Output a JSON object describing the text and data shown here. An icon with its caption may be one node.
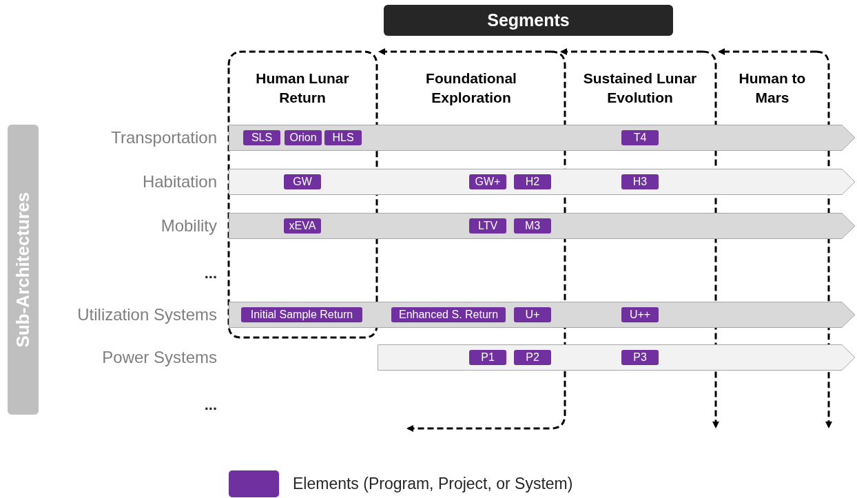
{
  "diagram": {
    "nodes": [
      {
        "text": [
          "Segments"
        ]
      },
      {
        "text": [
          "Sub-Architectures"
        ]
      },
      {
        "text": [],
        "shape": "bar"
      },
      {
        "text": [
          "SLS"
        ],
        "in": 2
      },
      {
        "text": [
          "Orion"
        ],
        "in": 2
      },
      {
        "text": [
          "HLS"
        ],
        "in": 2
      },
      {
        "text": [
          "T4"
        ],
        "in": 2
      },
      {
        "text": [],
        "shape": "bar"
      },
      {
        "text": [
          "GW"
        ],
        "in": 7
      },
      {
        "text": [
          "GW+"
        ],
        "in": 7
      },
      {
        "text": [
          "H2"
        ],
        "in": 7
      },
      {
        "text": [
          "H3"
        ],
        "in": 7
      },
      {
        "text": [],
        "shape": "bar"
      },
      {
        "text": [
          "xEVA"
        ],
        "in": 12
      },
      {
        "text": [
          "LTV"
        ],
        "in": 12
      },
      {
        "text": [
          "M3"
        ],
        "in": 12
      },
      {
        "text": [],
        "shape": "bar"
      },
      {
        "text": [
          "Initial Sample Return"
        ],
        "in": 16
      },
      {
        "text": [
          "Enhanced S. Return"
        ],
        "in": 16
      },
      {
        "text": [
          "U+"
        ],
        "in": 16
      },
      {
        "text": [
          "U++"
        ],
        "in": 16
      },
      {
        "text": [],
        "shape": "bar"
      },
      {
        "text": [
          "P1"
        ],
        "in": 21
      },
      {
        "text": [
          "P2"
        ],
        "in": 21
      },
      {
        "text": [
          "P3"
        ],
        "in": 21
      }
    ],
    "labels": [
      "Human Lunar Return",
      "Foundational Exploration",
      "Sustained Lunar Evolution",
      "Human to Mars",
      "Transportation",
      "Habitation",
      "Mobility",
      "...",
      "Utilization Systems",
      "Power Systems",
      "..."
    ],
    "legend": [
      {
        "text": "Elements (Program, Project, or System)",
        "color": "#7030a0"
      }
    ]
  }
}
